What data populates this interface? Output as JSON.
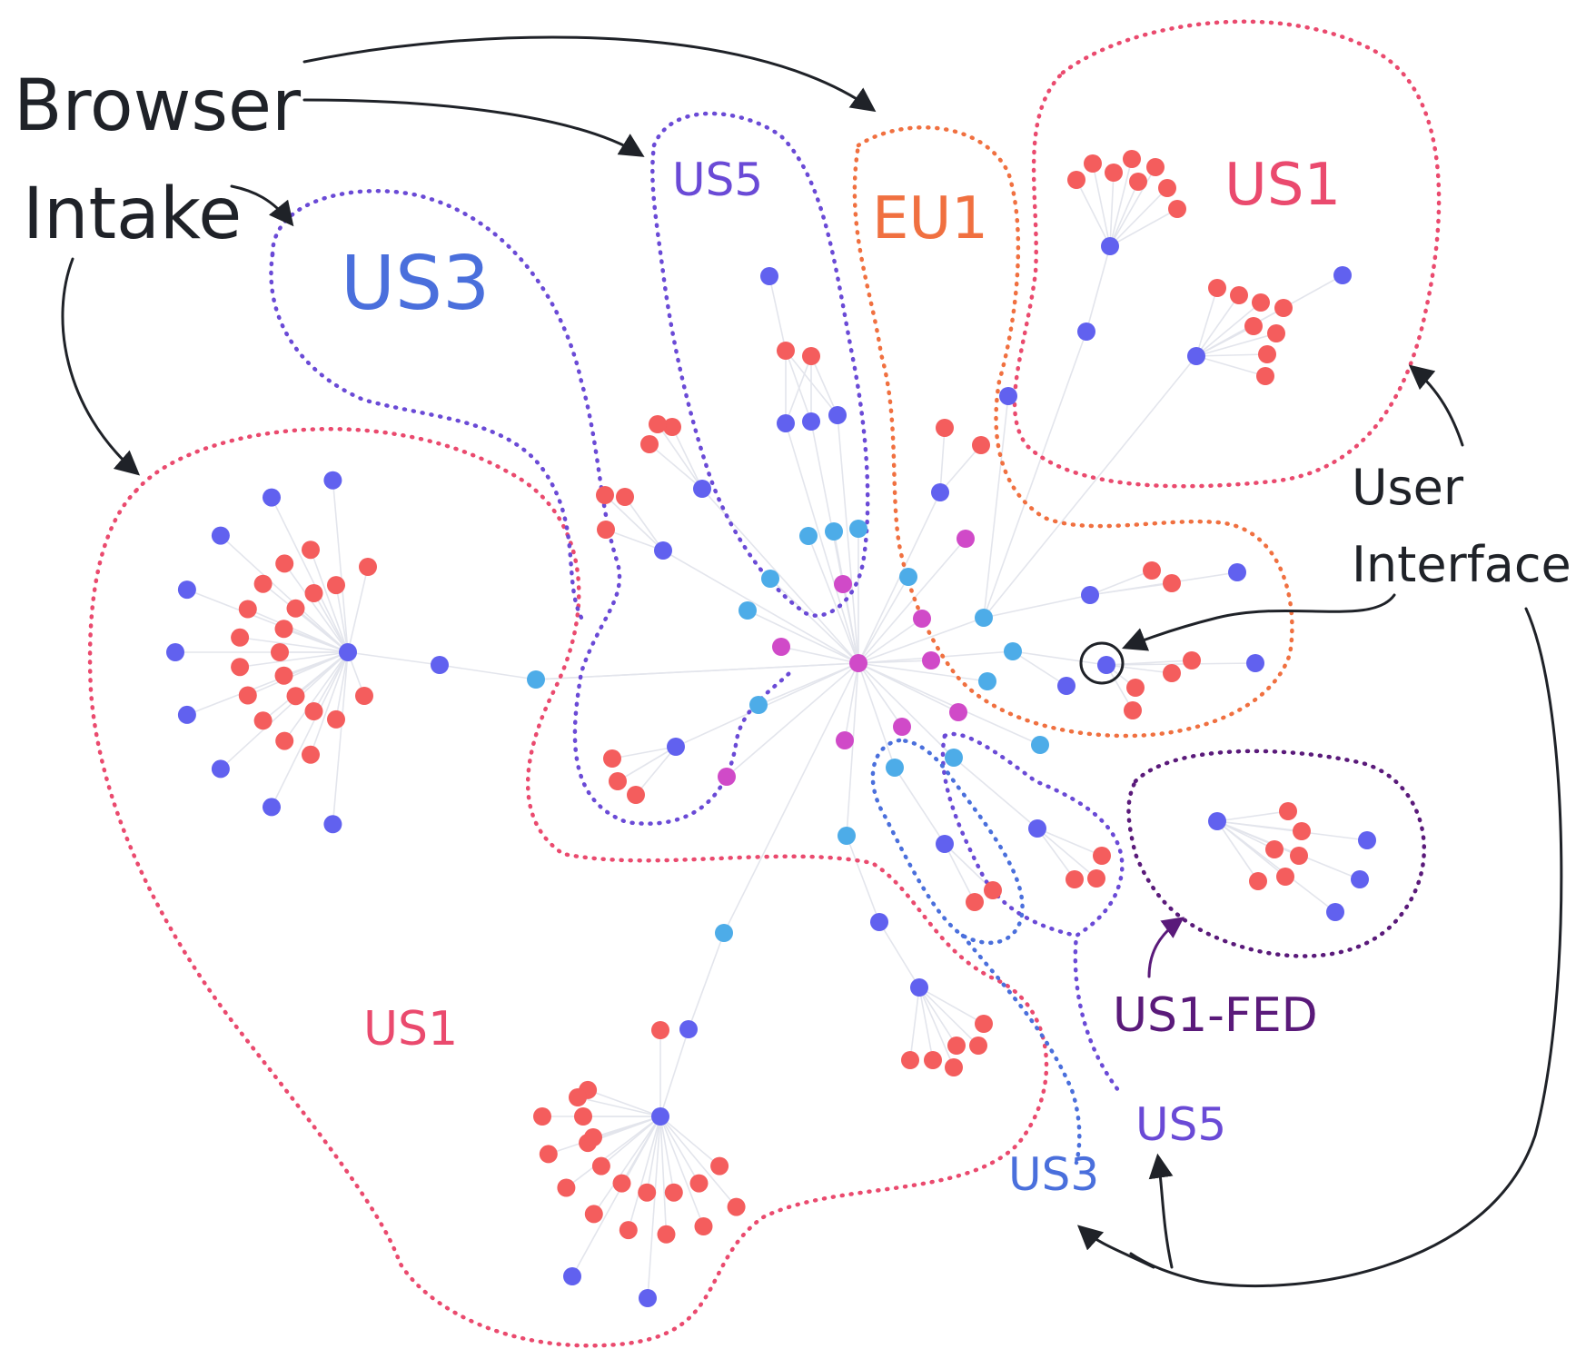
{
  "annotations": {
    "browser_intake": [
      "Browser",
      "Intake"
    ],
    "user_interface": [
      "User",
      "Interface"
    ]
  },
  "regions": {
    "us5_top": "US5",
    "eu1": "EU1",
    "us1_top": "US1",
    "us3_top": "US3",
    "us1_big": "US1",
    "us1_fed": "US1-FED",
    "us5_bottom": "US5",
    "us3_bottom": "US3"
  },
  "colors": {
    "us1": "#ea4a6e",
    "us3": "#4a6fdc",
    "us5": "#6a4ad6",
    "eu1": "#f07040",
    "us1_fed": "#5a1a7a",
    "node_red": "#f45d5d",
    "node_blue": "#6161ef",
    "node_cyan": "#4dace8",
    "node_magenta": "#d04ac8",
    "ink": "#1f2228"
  }
}
